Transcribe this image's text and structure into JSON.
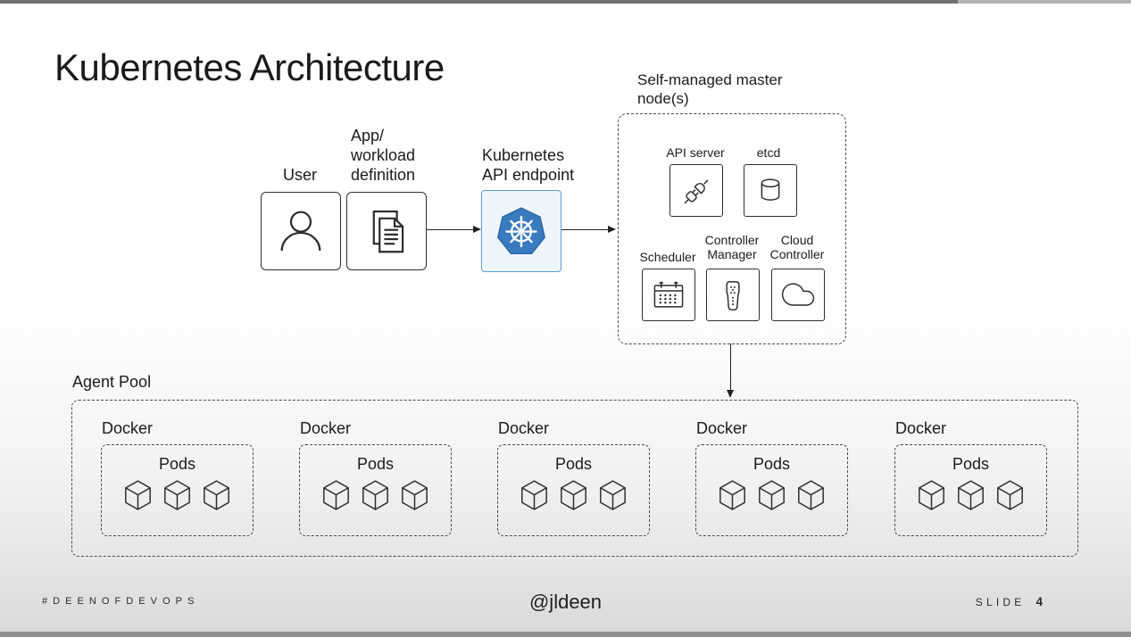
{
  "title": "Kubernetes Architecture",
  "flow": {
    "user_label": "User",
    "app_label": "App/\nworkload\ndefinition",
    "k8s_label": "Kubernetes\nAPI endpoint"
  },
  "master": {
    "label": "Self-managed master\nnode(s)",
    "api_server_label": "API server",
    "etcd_label": "etcd",
    "scheduler_label": "Scheduler",
    "controller_manager_label": "Controller\nManager",
    "cloud_controller_label": "Cloud\nController"
  },
  "agent_pool": {
    "label": "Agent Pool",
    "nodes": [
      {
        "docker_label": "Docker",
        "pods_label": "Pods",
        "pod_count": 3
      },
      {
        "docker_label": "Docker",
        "pods_label": "Pods",
        "pod_count": 3
      },
      {
        "docker_label": "Docker",
        "pods_label": "Pods",
        "pod_count": 3
      },
      {
        "docker_label": "Docker",
        "pods_label": "Pods",
        "pod_count": 3
      },
      {
        "docker_label": "Docker",
        "pods_label": "Pods",
        "pod_count": 3
      }
    ]
  },
  "footer": {
    "hashtag": "#DEENOFDEVOPS",
    "handle": "@jldeen",
    "slide_label": "SLIDE",
    "slide_number": "4"
  },
  "colors": {
    "kubernetes_blue": "#3a7bbf",
    "k8s_box_border": "#5b9bd5",
    "k8s_box_bg": "#eef6fb",
    "line": "#2b2b2b",
    "progress_played": "#6e7072",
    "progress_rest": "#b1b3b4",
    "bottom_bar": "#8e9091"
  }
}
